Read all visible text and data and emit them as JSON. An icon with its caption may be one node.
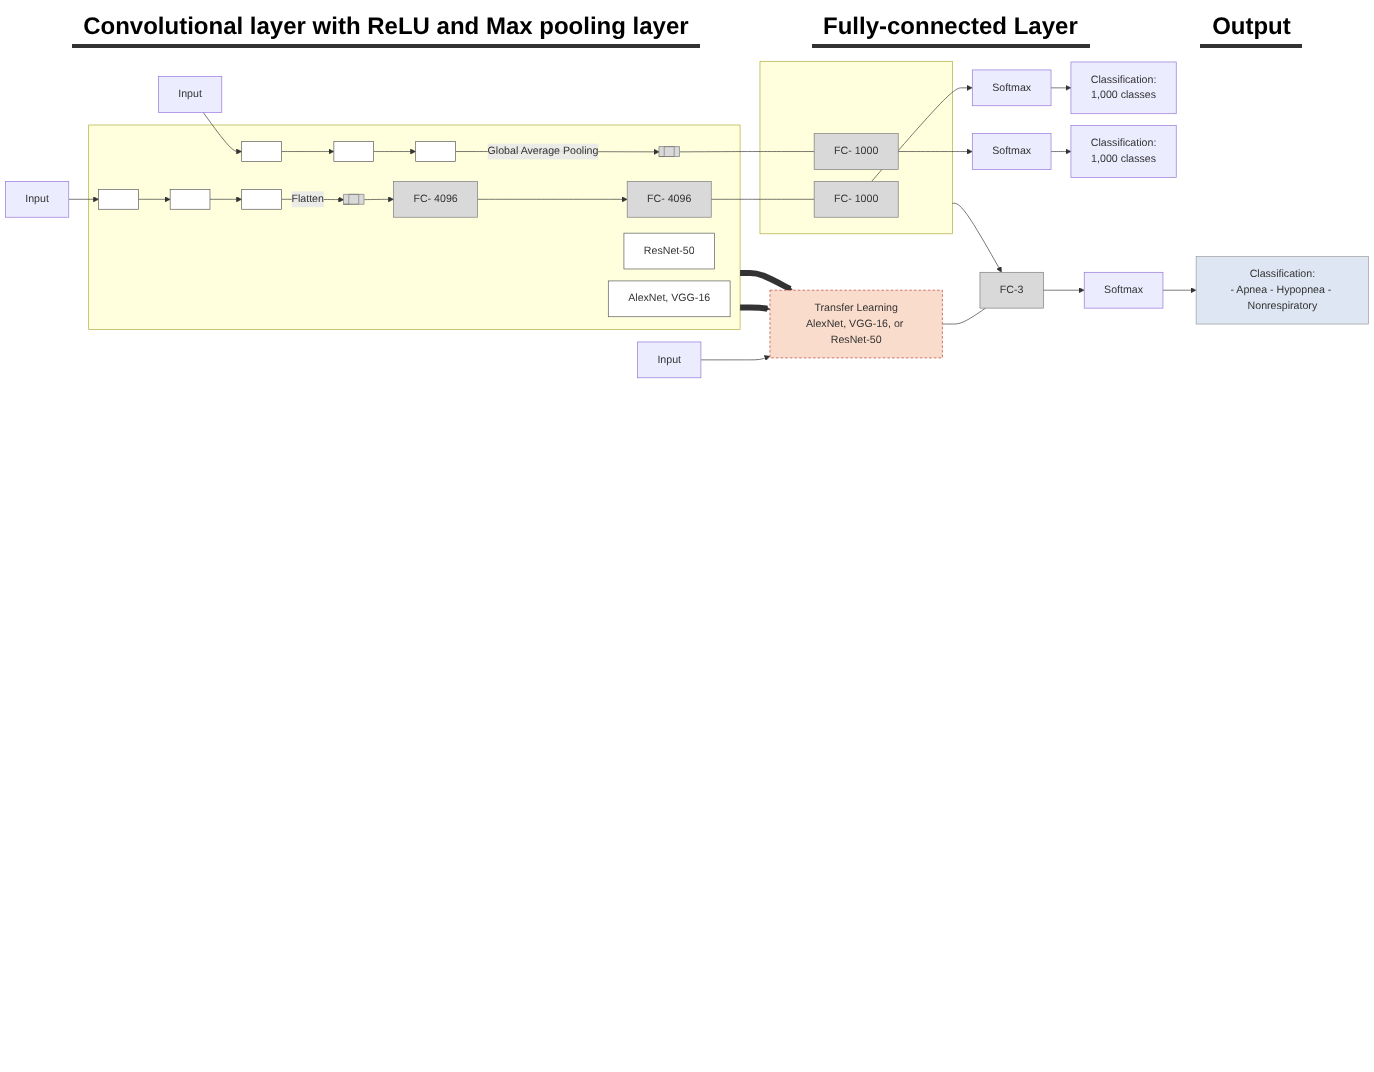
{
  "diagram": {
    "nodes": [
      {
        "text": [],
        "shape": "box"
      },
      {
        "text": [
          "AlexNet, VGG-16"
        ],
        "in": 0
      },
      {
        "text": [
          "Input"
        ]
      },
      {
        "text": [],
        "shape": "box",
        "in": 0
      },
      {
        "text": [],
        "shape": "box",
        "in": 0
      },
      {
        "text": [],
        "shape": "box",
        "in": 0
      },
      {
        "text": [],
        "shape": "bar",
        "in": 0
      },
      {
        "text": [
          "FC- 4096"
        ],
        "in": 0
      },
      {
        "text": [
          "FC- 4096"
        ],
        "in": 0
      },
      {
        "text": [],
        "shape": "box"
      },
      {
        "text": [
          "FC- 1000"
        ],
        "in": 9
      },
      {
        "text": [
          "Softmax"
        ]
      },
      {
        "text": [
          "Classification:",
          "1,000 classes"
        ]
      },
      {
        "text": [
          "ResNet-50"
        ],
        "in": 0
      },
      {
        "text": [
          "Input"
        ]
      },
      {
        "text": [],
        "shape": "box",
        "in": 0
      },
      {
        "text": [],
        "shape": "box",
        "in": 0
      },
      {
        "text": [],
        "shape": "box",
        "in": 0
      },
      {
        "text": [],
        "shape": "bar",
        "in": 0
      },
      {
        "text": [
          "FC- 1000"
        ],
        "in": 9
      },
      {
        "text": [
          "Softmax"
        ]
      },
      {
        "text": [
          "Classification:",
          "1,000 classes"
        ]
      },
      {
        "text": [
          "Input"
        ]
      },
      {
        "text": [
          "Transfer Learning",
          "AlexNet, VGG-16, or ResNet-50"
        ]
      },
      {
        "text": [
          "FC-3"
        ]
      },
      {
        "text": [
          "Softmax"
        ]
      },
      {
        "text": [
          "Classification:",
          "- Apnea - Hypopnea - Nonrespiratory"
        ]
      }
    ],
    "edges": [
      {
        "from": 2,
        "to": 3,
        "arrow": "to"
      },
      {
        "from": 3,
        "to": 4,
        "arrow": "to"
      },
      {
        "from": 4,
        "to": 5,
        "arrow": "to"
      },
      {
        "from": 5,
        "to": 6,
        "arrow": "to",
        "label": "Flatten"
      },
      {
        "from": 6,
        "to": 7,
        "arrow": "to"
      },
      {
        "from": 7,
        "to": 8,
        "arrow": "to"
      },
      {
        "from": 8,
        "to": 10,
        "arrow": "none"
      },
      {
        "from": 10,
        "to": 11,
        "arrow": "to"
      },
      {
        "from": 11,
        "to": 12,
        "arrow": "to"
      },
      {
        "from": 14,
        "to": 15,
        "arrow": "to"
      },
      {
        "from": 15,
        "to": 16,
        "arrow": "to"
      },
      {
        "from": 16,
        "to": 17,
        "arrow": "to"
      },
      {
        "from": 17,
        "to": 18,
        "arrow": "to",
        "label": "Global Average Pooling"
      },
      {
        "from": 18,
        "to": 19,
        "arrow": "none"
      },
      {
        "from": 19,
        "to": 20,
        "arrow": "to"
      },
      {
        "from": 20,
        "to": 21,
        "arrow": "to"
      },
      {
        "from": 0,
        "to": 23,
        "arrow": "to",
        "style": "thick"
      },
      {
        "from": 0,
        "to": 23,
        "arrow": "to",
        "style": "thick"
      },
      {
        "from": 9,
        "to": 24,
        "arrow": "to"
      },
      {
        "from": 22,
        "to": 23,
        "arrow": "to"
      },
      {
        "from": 23,
        "to": 24,
        "arrow": "none"
      },
      {
        "from": 24,
        "to": 25,
        "arrow": "to"
      },
      {
        "from": 25,
        "to": 26,
        "arrow": "to"
      }
    ],
    "labels": [
      "Convolutional layer with ReLU and Max pooling layer",
      "Fully-connected Layer",
      "Output"
    ]
  }
}
